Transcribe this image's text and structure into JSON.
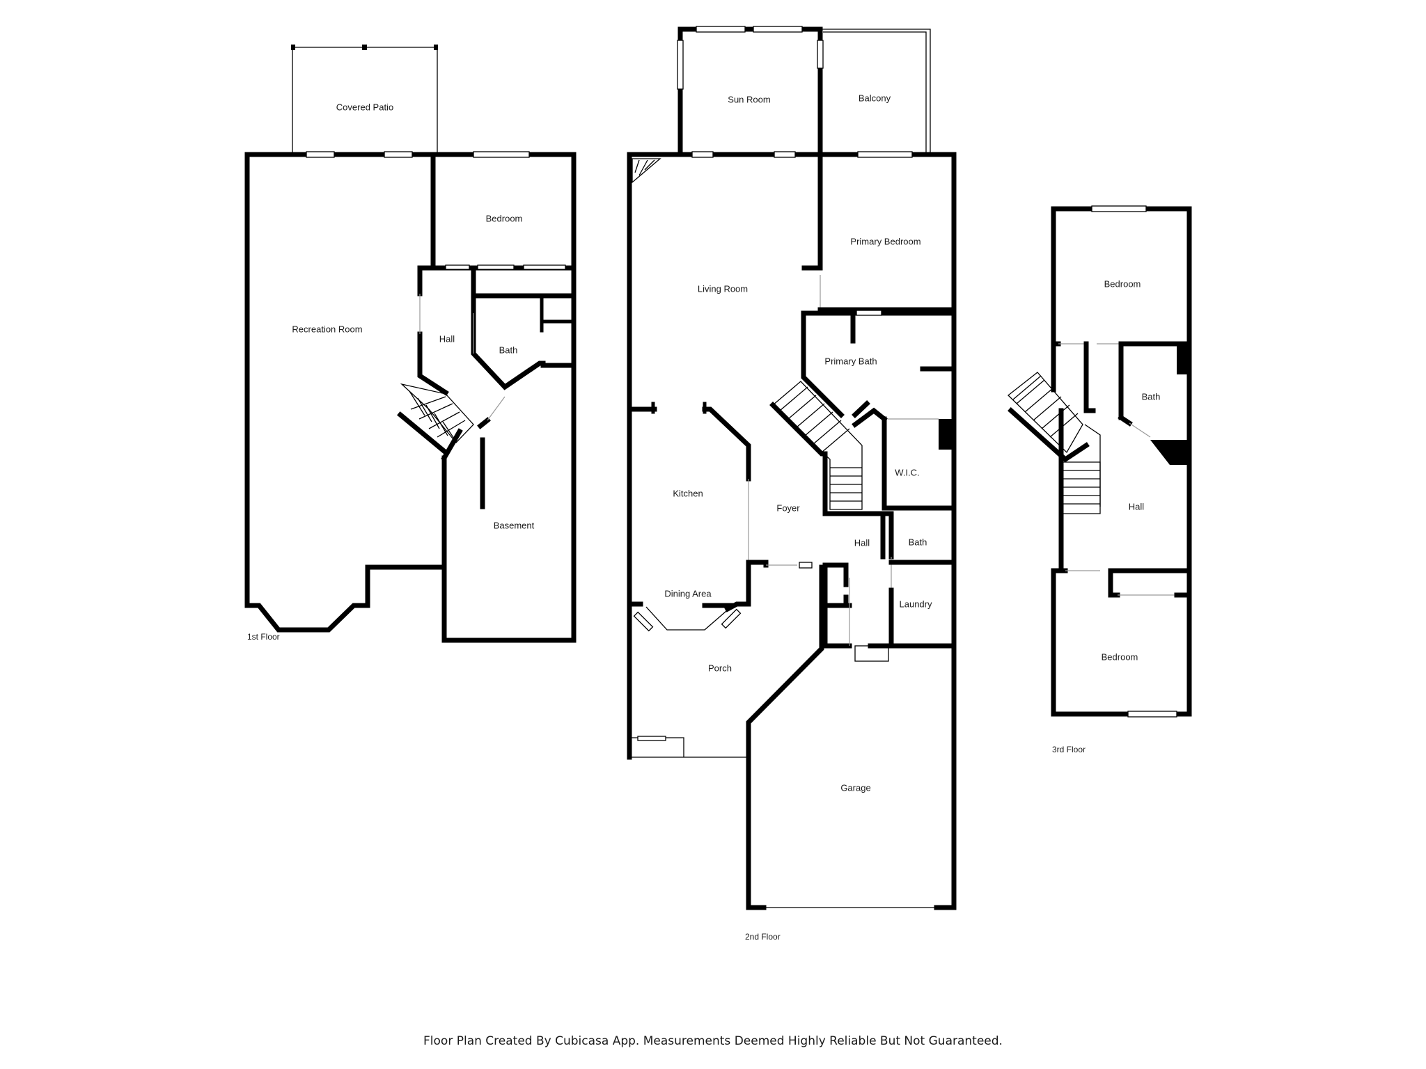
{
  "floors": [
    {
      "label": "1st Floor",
      "rooms": [
        "Covered Patio",
        "Bedroom",
        "Recreation Room",
        "Hall",
        "Bath",
        "Basement"
      ]
    },
    {
      "label": "2nd Floor",
      "rooms": [
        "Sun Room",
        "Balcony",
        "Primary Bedroom",
        "Living Room",
        "Primary Bath",
        "Kitchen",
        "Foyer",
        "W.I.C.",
        "Hall",
        "Bath",
        "Dining Area",
        "Laundry",
        "Porch",
        "Garage"
      ]
    },
    {
      "label": "3rd Floor",
      "rooms": [
        "Bedroom",
        "Bath",
        "Hall",
        "Bedroom"
      ]
    }
  ],
  "footer": "Floor Plan Created By Cubicasa App. Measurements Deemed Highly Reliable But Not Guaranteed."
}
